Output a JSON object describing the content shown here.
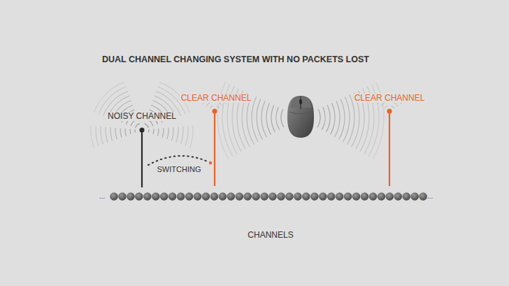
{
  "diagram": {
    "title": "DUAL CHANNEL CHANGING SYSTEM WITH NO PACKETS LOST",
    "labels": [
      "NOISY CHANNEL",
      "CLEAR CHANNEL",
      "SWITCHING",
      "CLEAR CHANNEL",
      "...",
      "...",
      "CHANNELS"
    ]
  }
}
